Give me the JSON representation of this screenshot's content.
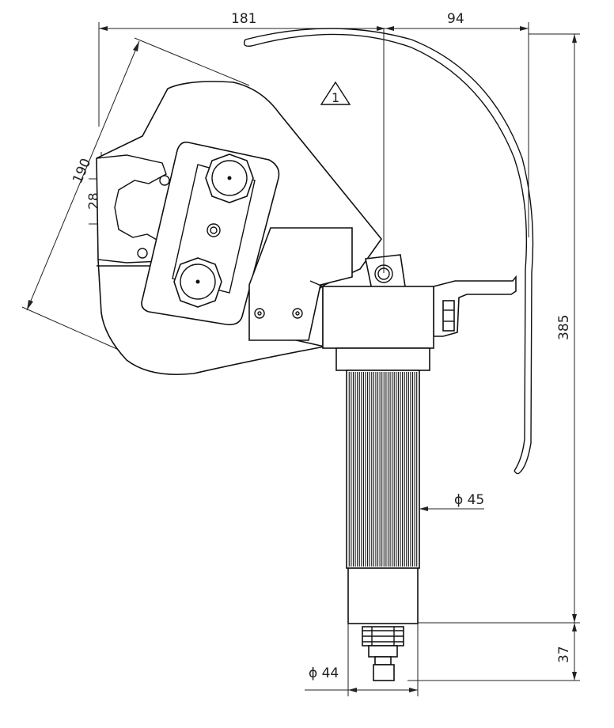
{
  "dimensions": {
    "width_181": "181",
    "width_94": "94",
    "height_385": "385",
    "height_37": "37",
    "diag_190": "190",
    "jaw_28": "28",
    "dia_45": "ϕ 45",
    "dia_44": "ϕ 44"
  },
  "callout": {
    "label": "1"
  },
  "handle_ribs": 34
}
